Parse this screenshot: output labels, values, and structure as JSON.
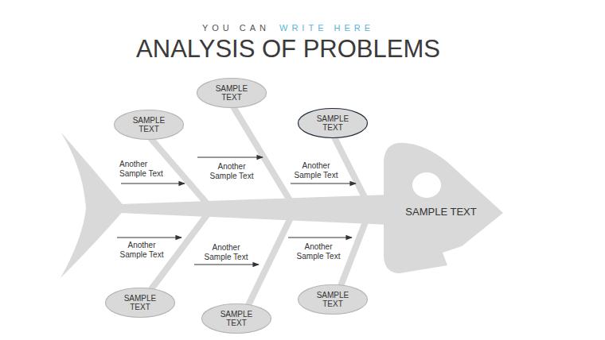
{
  "diagram": {
    "title": "ANALYSIS OF PROBLEMS",
    "nodes": [
      {
        "text": [
          "SAMPLE TEXT"
        ]
      },
      {
        "text": [
          "SAMPLE TEXT"
        ]
      },
      {
        "text": [
          "SAMPLE TEXT"
        ]
      },
      {
        "text": [
          "SAMPLE TEXT"
        ]
      },
      {
        "text": [
          "SAMPLE TEXT"
        ]
      },
      {
        "text": [
          "SAMPLE TEXT"
        ]
      },
      {
        "text": [
          "SAMPLE TEXT"
        ]
      }
    ],
    "labels": [
      "YOU CAN",
      "WRITE HERE",
      "Another Sample Text",
      "Another Sample Text",
      "Another Sample Text",
      "Another Sample Text",
      "Another Sample Text",
      "Another Sample Text"
    ]
  }
}
